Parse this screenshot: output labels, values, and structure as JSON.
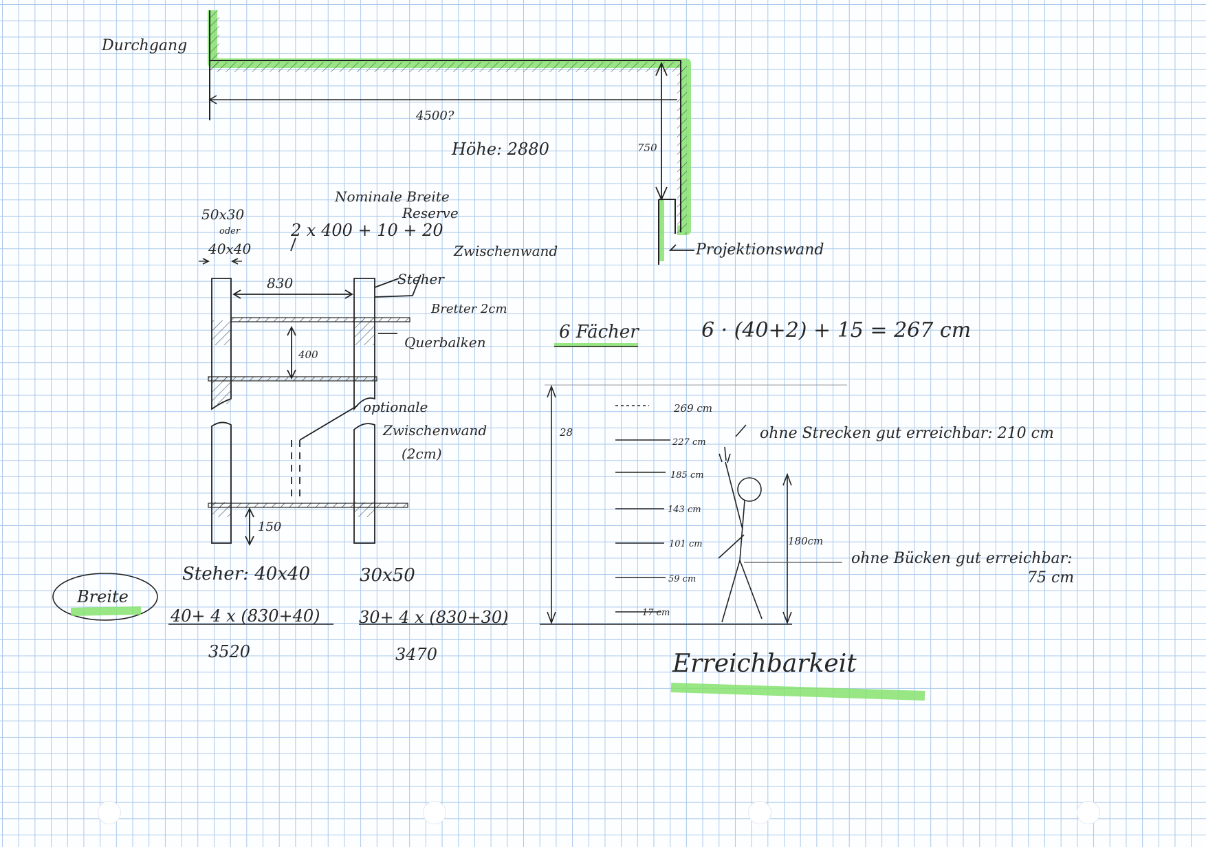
{
  "labels": {
    "durchgang": "Durchgang",
    "width_top": "4500?",
    "hoehe": "Höhe: 2880",
    "depth_dim": "750",
    "projection_wall": "Projektionswand",
    "nominal_width": "Nominale Breite",
    "reserve": "Reserve",
    "formula_top": "2 x 400 + 10 + 20",
    "zwischenwand": "Zwischenwand",
    "section_a": "50x30",
    "section_oder": "oder",
    "section_b": "40x40",
    "span_830": "830",
    "steher": "Steher",
    "bretter": "Bretter 2cm",
    "querbalken": "Querbalken",
    "dim_400": "400",
    "optional_line1": "optionale",
    "optional_line2": "Zwischenwand",
    "optional_line3": "(2cm)",
    "dim_150": "150",
    "faecher": "6 Fächer",
    "faecher_formula": "6 · (40+2) + 15 = 267 cm",
    "breite": "Breite",
    "steher_40": "Steher: 40x40",
    "steher_30": "30x50",
    "calc_40": "40+ 4 x (830+40)",
    "calc_30": "30+ 4 x (830+30)",
    "result_40": "3520",
    "result_30": "3470",
    "height_28": "28",
    "shelves": [
      "269 cm",
      "227 cm",
      "185 cm",
      "143 cm",
      "101 cm",
      "59 cm",
      "17 cm"
    ],
    "reach_stretch": "ohne Strecken gut erreichbar: 210 cm",
    "person_height": "180cm",
    "reach_bend_1": "ohne Bücken gut erreichbar:",
    "reach_bend_2": "75 cm",
    "erreichbarkeit": "Erreichbarkeit"
  },
  "colors": {
    "paper": "#fdfeff",
    "grid": "#a9c8ea",
    "ink": "#262626",
    "highlighter": "#7ee060"
  }
}
